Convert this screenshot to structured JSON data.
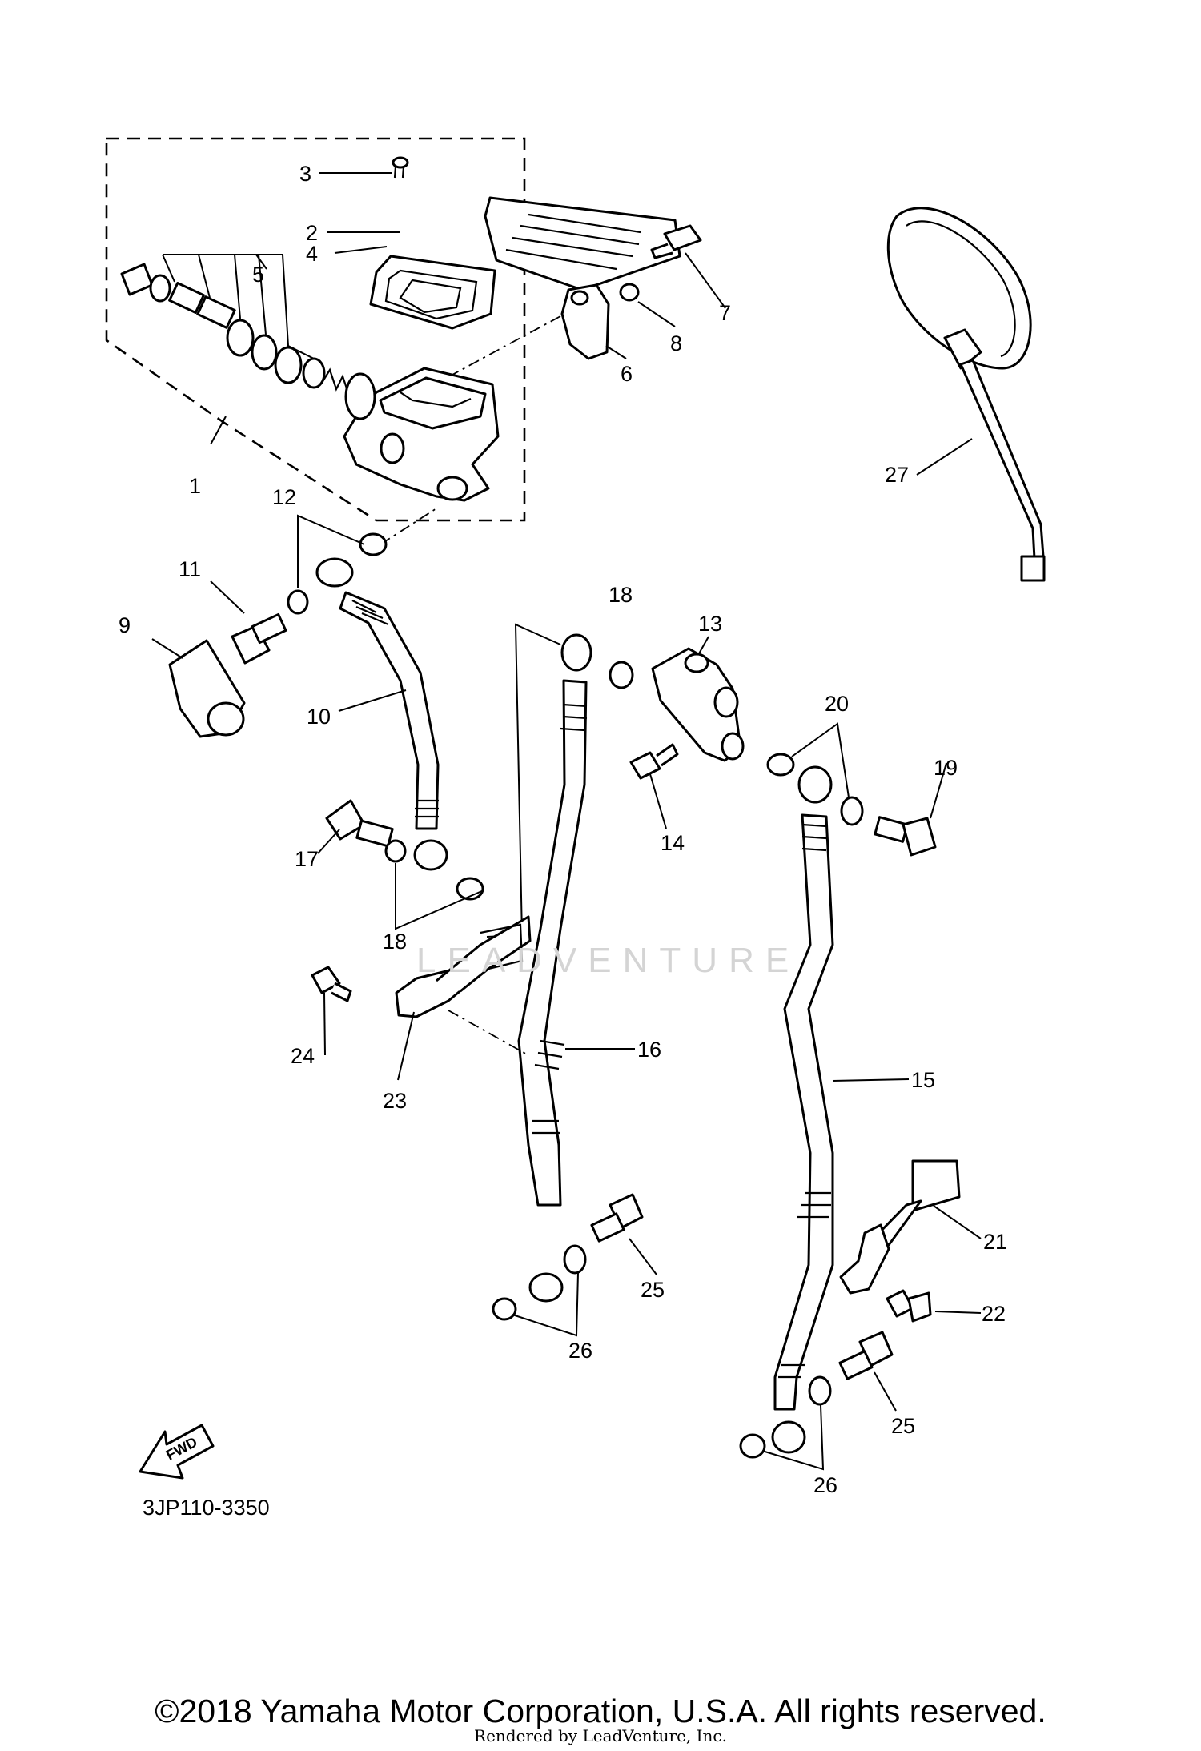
{
  "diagram": {
    "part_number": "3JP110-3350",
    "direction_label": "FWD",
    "watermark": "LEADVENTURE",
    "callouts": [
      "1",
      "2",
      "3",
      "4",
      "5",
      "6",
      "7",
      "8",
      "9",
      "10",
      "11",
      "12",
      "13",
      "14",
      "15",
      "16",
      "17",
      "18",
      "18",
      "19",
      "20",
      "21",
      "22",
      "23",
      "24",
      "25",
      "25",
      "26",
      "26",
      "27"
    ]
  },
  "footer": {
    "copyright": "©2018 Yamaha Motor Corporation, U.S.A. All rights reserved.",
    "rendered_by": "Rendered by LeadVenture, Inc."
  }
}
